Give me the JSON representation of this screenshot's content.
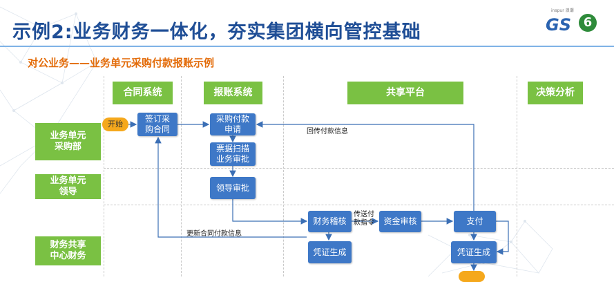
{
  "title": "示例2:业务财务一体化，夯实集团横向管控基础",
  "logo": {
    "text": "GS",
    "badge": "6",
    "small_text": "inspur 浪潮"
  },
  "subtitle": "对公业务——业务单元采购付款报账示例",
  "columns": [
    "合同系统",
    "报账系统",
    "共享平台",
    "决策分析"
  ],
  "rows": [
    "业务单元\n采购部",
    "业务单元\n领导",
    "财务共享\n中心财务"
  ],
  "nodes": {
    "start": "开始",
    "sign_contract": "签订采\n购合同",
    "purchase_request": "采购付款\n申请",
    "scan_review": "票据扫描\n业务审批",
    "leader_approval": "领导审批",
    "finance_audit": "财务稽核",
    "fund_review": "资金审核",
    "payment": "支付",
    "voucher_1": "凭证生成",
    "voucher_2": "凭证生成"
  },
  "edge_labels": {
    "return_payment": "回传付款信息",
    "transfer_payment": "传送付\n款指令",
    "update_contract": "更新合同付款信息"
  },
  "colors": {
    "title": "#1f4e96",
    "subtitle": "#e36c0a",
    "header_green": "#7ac143",
    "box_blue": "#3e78c7",
    "start_orange": "#f5a81c",
    "arrow": "#3b6fb5"
  }
}
